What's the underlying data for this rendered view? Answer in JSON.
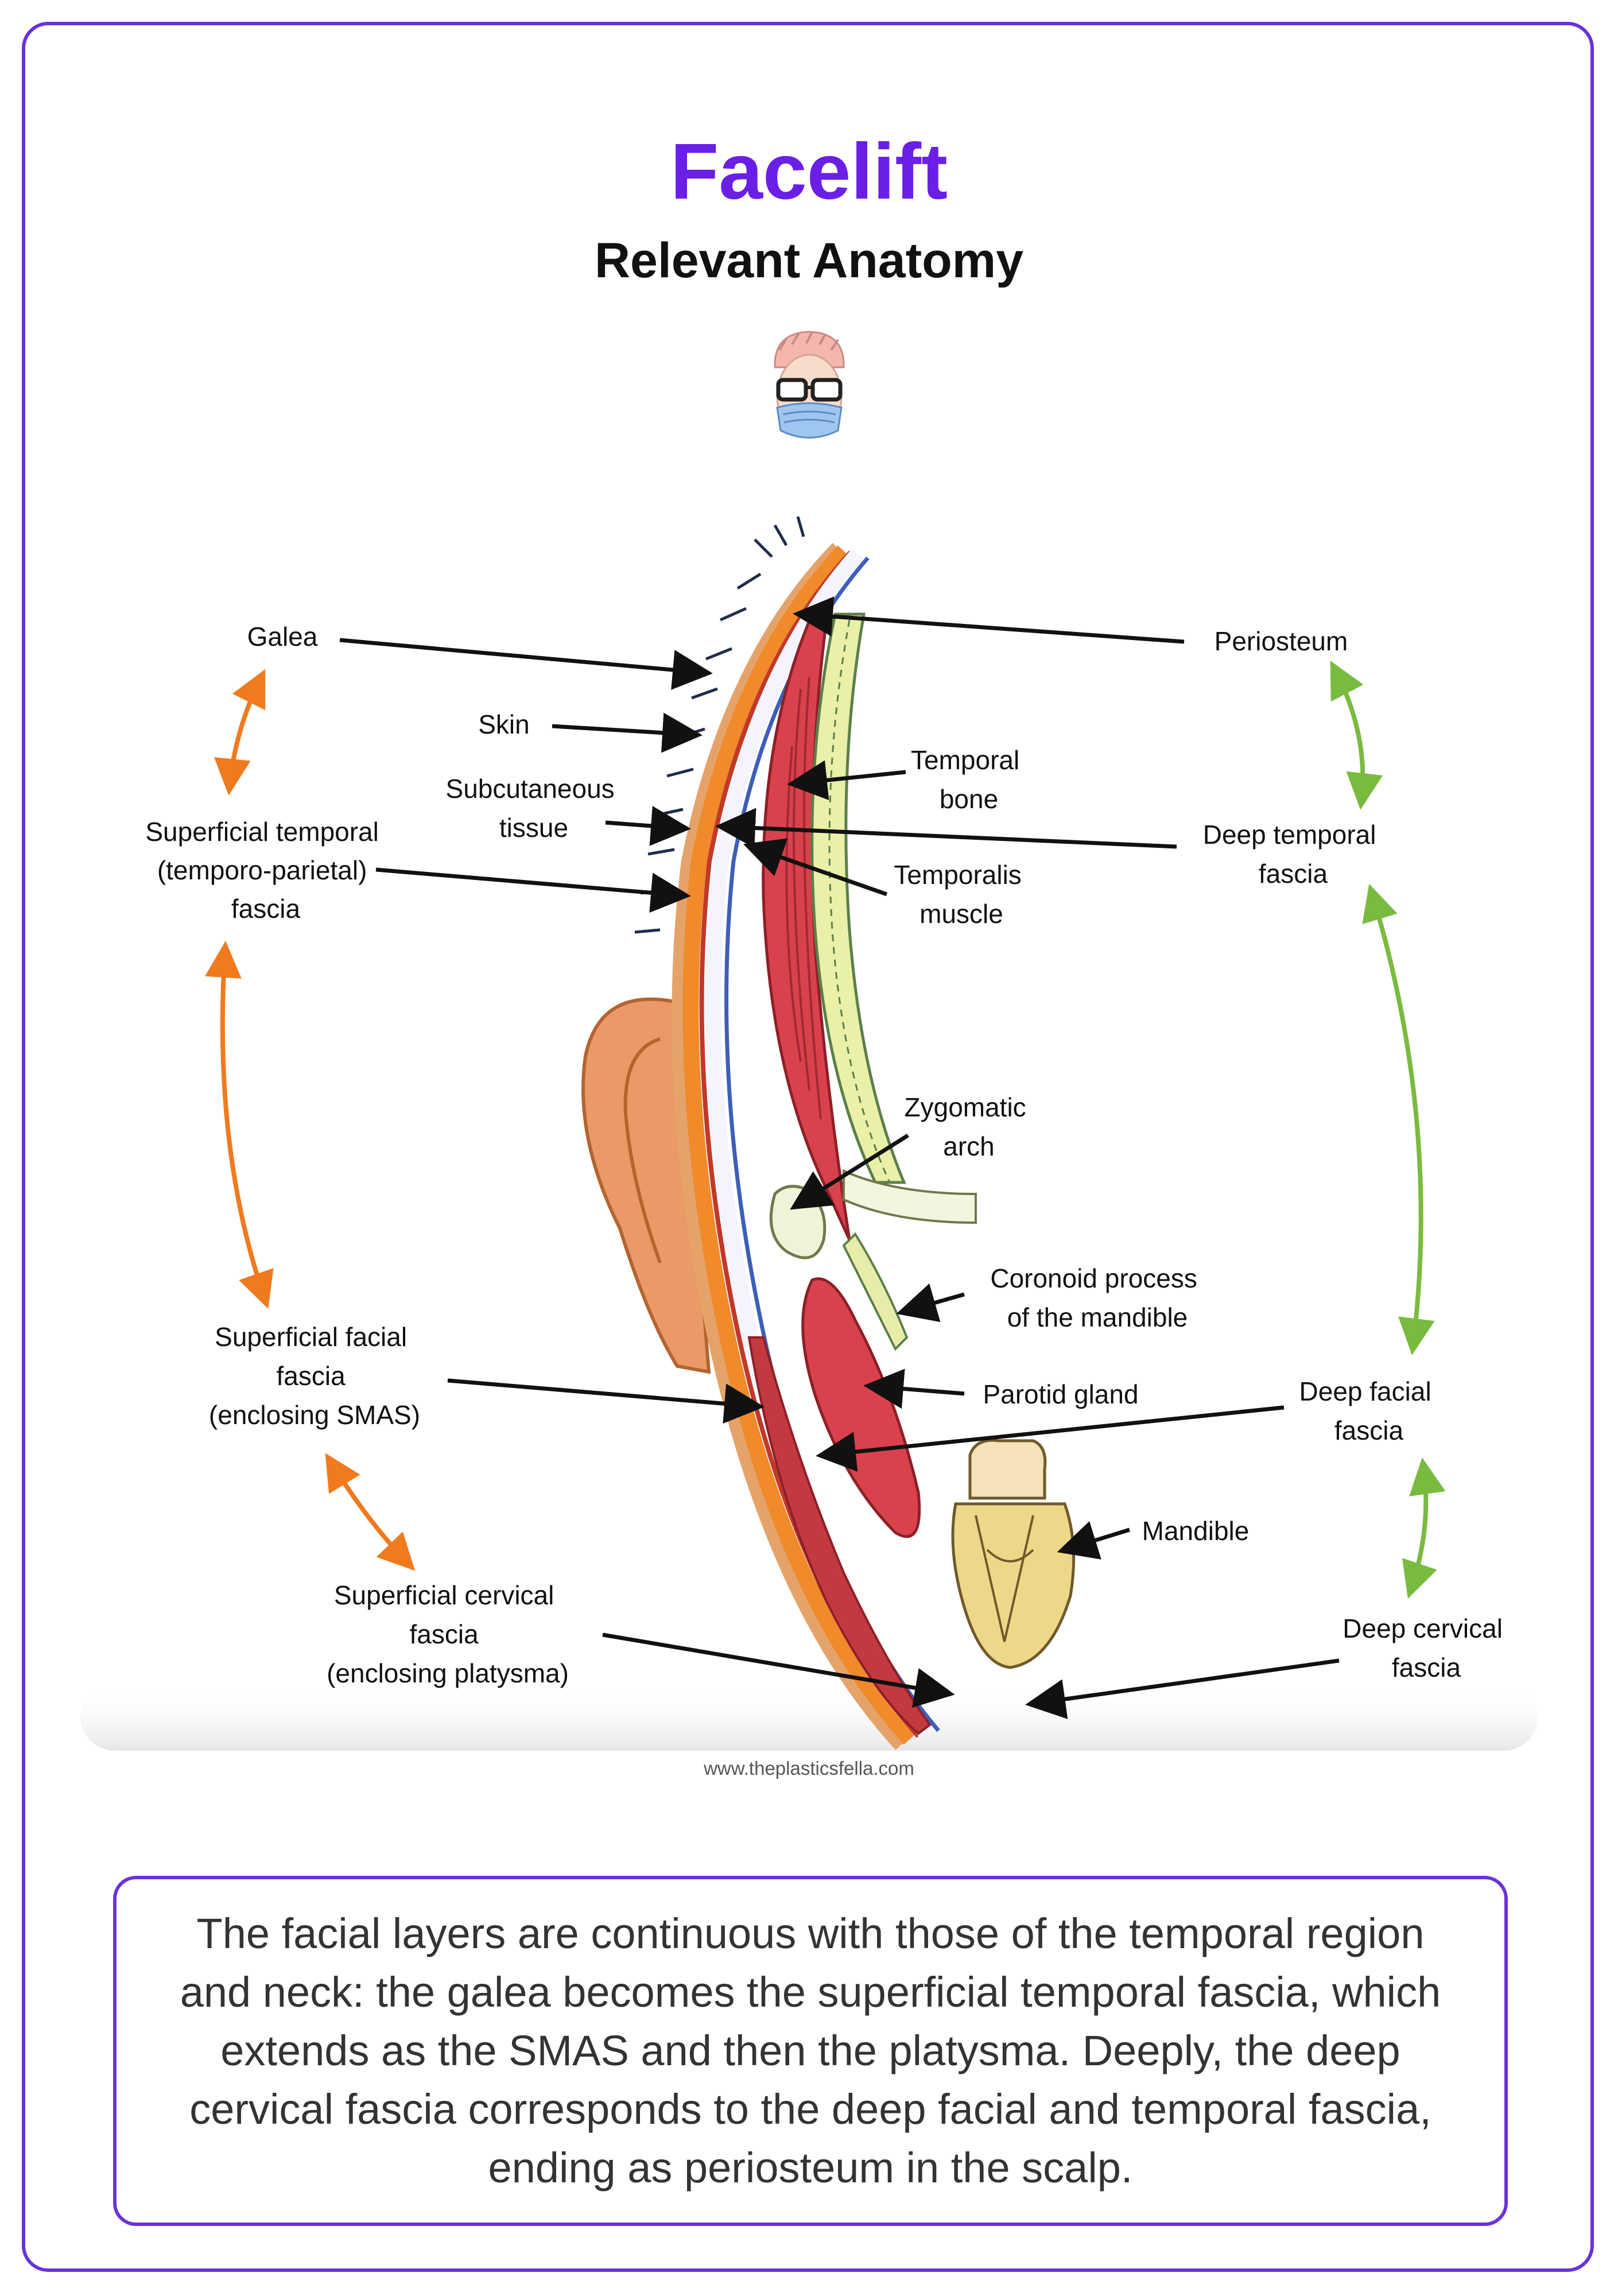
{
  "title": "Facelift",
  "subtitle": "Relevant Anatomy",
  "website": "www.theplasticsfella.com",
  "caption": "The facial layers are continuous with those of the temporal region and neck: the galea becomes the superficial temporal fascia, which extends as the SMAS and then the platysma. Deeply, the deep cervical fascia corresponds to the deep facial and temporal fascia, ending as periosteum in the scalp.",
  "colors": {
    "frame": "#6a32d8",
    "title": "#6a1ee6",
    "superficial_arrows": "#f07a1e",
    "deep_arrows": "#79bb3f",
    "pointer_arrows": "#111111"
  },
  "logo": {
    "icon": "doctor-avatar-icon"
  },
  "labels": {
    "galea": "Galea",
    "skin": "Skin",
    "subcutaneous": [
      "Subcutaneous",
      "tissue"
    ],
    "superficial_temporal": [
      "Superficial temporal",
      "(temporo-parietal)",
      "fascia"
    ],
    "superficial_facial": [
      "Superficial facial",
      "fascia",
      "(enclosing SMAS)"
    ],
    "superficial_cervical": [
      "Superficial cervical",
      "fascia",
      "(enclosing platysma)"
    ],
    "periosteum": "Periosteum",
    "temporal_bone": [
      "Temporal",
      "bone"
    ],
    "deep_temporal": [
      "Deep temporal",
      "fascia"
    ],
    "temporalis": [
      "Temporalis",
      "muscle"
    ],
    "zygomatic": [
      "Zygomatic",
      "arch"
    ],
    "coronoid": [
      "Coronoid process",
      "of the mandible"
    ],
    "parotid": "Parotid gland",
    "deep_facial": [
      "Deep facial",
      "fascia"
    ],
    "mandible": "Mandible",
    "deep_cervical": [
      "Deep cervical",
      "fascia"
    ]
  }
}
